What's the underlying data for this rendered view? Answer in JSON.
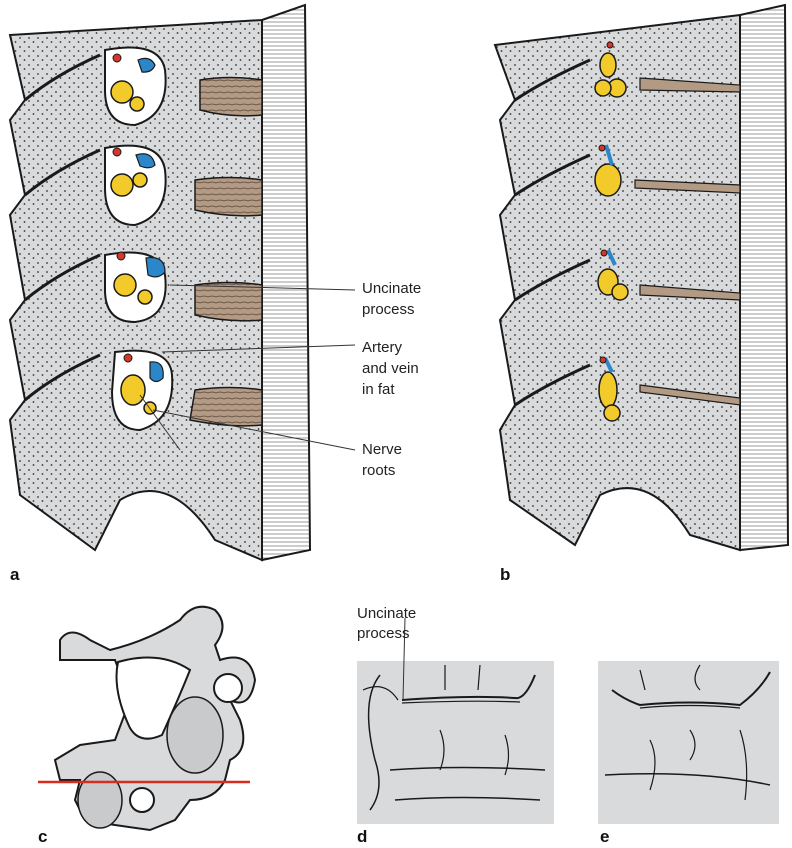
{
  "panels": {
    "a": "a",
    "b": "b",
    "c": "c",
    "d": "d",
    "e": "e"
  },
  "labels": {
    "uncinate_a": [
      "Uncinate",
      "process"
    ],
    "artery_a": [
      "Artery",
      "and vein",
      "in fat"
    ],
    "nerve_a": [
      "Nerve",
      "roots"
    ],
    "uncinate_d": [
      "Uncinate",
      "process"
    ]
  },
  "colors": {
    "bone_fill": "#d9dadc",
    "outline": "#1a1a1a",
    "nerve_yellow": "#f2cb2a",
    "vein_blue": "#2b87c9",
    "artery_red": "#d6372b",
    "disc_brown": "#b39a85",
    "cut_line_red": "#d62d20"
  }
}
